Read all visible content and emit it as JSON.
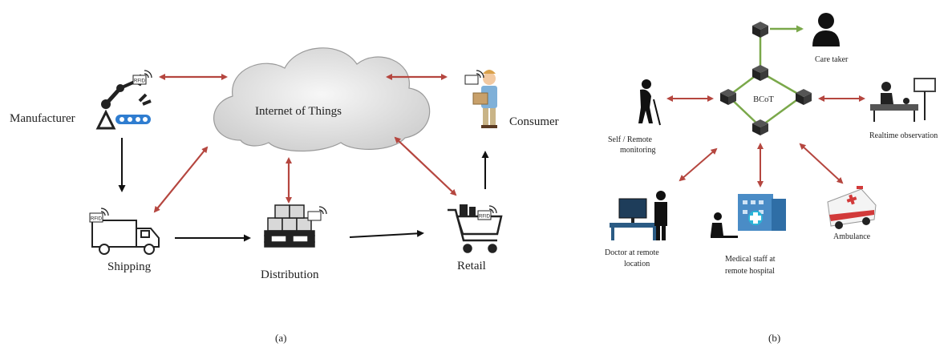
{
  "panel_a": {
    "caption": "(a)",
    "cloud_label": "Internet of Things",
    "nodes": {
      "manufacturer": "Manufacturer",
      "consumer": "Consumer",
      "shipping": "Shipping",
      "distribution": "Distribution",
      "retail": "Retail"
    },
    "rfid_tag": "RFID"
  },
  "panel_b": {
    "caption": "(b)",
    "center_label": "BCoT",
    "nodes": {
      "care_taker": "Care taker",
      "self_monitoring_1": "Self / Remote",
      "self_monitoring_2": "monitoring",
      "realtime": "Realtime observation",
      "doctor_1": "Doctor at remote",
      "doctor_2": "location",
      "medical_1": "Medical staff at",
      "medical_2": "remote hospital",
      "ambulance": "Ambulance"
    }
  },
  "colors": {
    "link_red": "#b5463f",
    "flow_black": "#111111",
    "chain_green": "#7aa84a",
    "cloud_fill": "#e4e4e4"
  },
  "icons": [
    "robot-arm-icon",
    "person-box-icon",
    "truck-icon",
    "pallet-boxes-icon",
    "shopping-cart-icon",
    "rfid-tag-icon",
    "block-cube-icon",
    "user-avatar-icon",
    "walking-elder-icon",
    "patient-monitor-icon",
    "doctor-desk-icon",
    "hospital-icon",
    "ambulance-icon"
  ]
}
